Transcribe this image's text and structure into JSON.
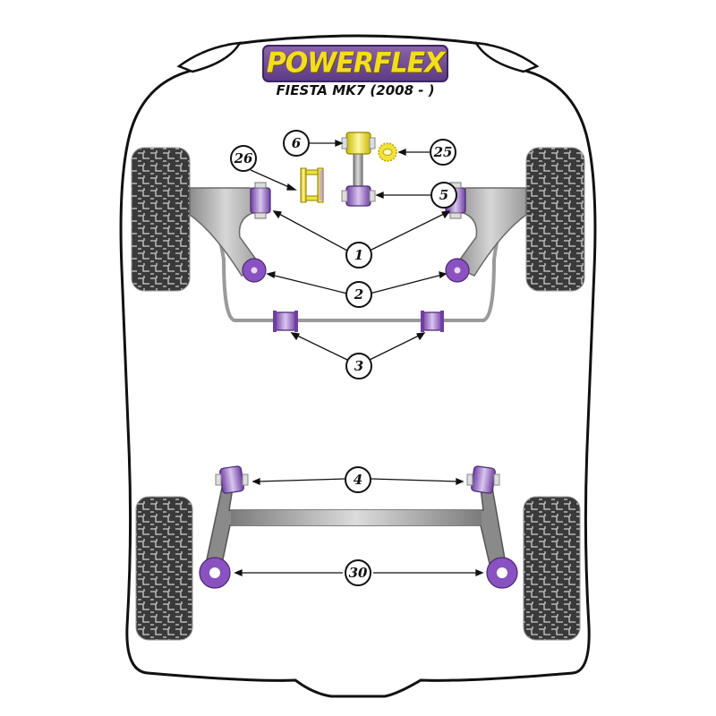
{
  "brand": {
    "logo_text": "POWERFLEX",
    "subtitle": "FIESTA MK7 (2008 - )",
    "colors": {
      "logo_purple": "#6b4591",
      "logo_yellow": "#f4de1c",
      "bushing_purple": "#8a52c0",
      "bushing_yellow": "#f2e33a",
      "arm_grey": "#a9a9a9",
      "tyre_dark": "#3b3b3b"
    }
  },
  "callouts": [
    {
      "id": "6",
      "label": "6",
      "part": "drop link upper bushing (yellow)"
    },
    {
      "id": "25",
      "label": "25",
      "part": "small ring bushing (yellow)"
    },
    {
      "id": "26",
      "label": "26",
      "part": "anti-roll bar bushing (yellow)"
    },
    {
      "id": "5",
      "label": "5",
      "part": "drop link lower bushing (purple)"
    },
    {
      "id": "1",
      "label": "1",
      "part": "front wishbone front bushing"
    },
    {
      "id": "2",
      "label": "2",
      "part": "front wishbone rear bushing"
    },
    {
      "id": "3",
      "label": "3",
      "part": "front anti-roll bar bushing"
    },
    {
      "id": "4",
      "label": "4",
      "part": "rear beam mount bushing"
    },
    {
      "id": "30",
      "label": "30",
      "part": "rear beam trailing arm bushing"
    }
  ]
}
